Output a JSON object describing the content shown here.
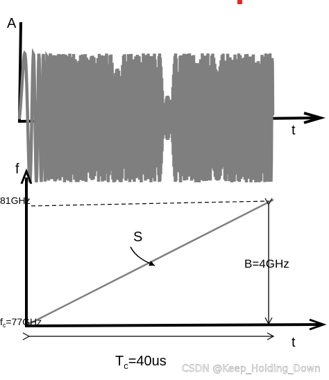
{
  "top_plot": {
    "y_label": "A",
    "x_label": "t"
  },
  "bottom_plot": {
    "y_label": "f",
    "x_label": "t",
    "f_top_label": "81GHz",
    "f_bottom_prefix": "f",
    "f_bottom_sub": "c",
    "f_bottom_value": "=77GHz",
    "slope_label": "S",
    "bandwidth_label": "B=4GHz",
    "period_prefix": "T",
    "period_sub": "c",
    "period_value": "=40us"
  },
  "watermark": "CSDN @Keep_Holding_Down",
  "colors": {
    "axis": "#000000",
    "wave": "#7f7f7f",
    "chirp_line": "#7f7f7f",
    "accent_red": "#e8262b"
  }
}
